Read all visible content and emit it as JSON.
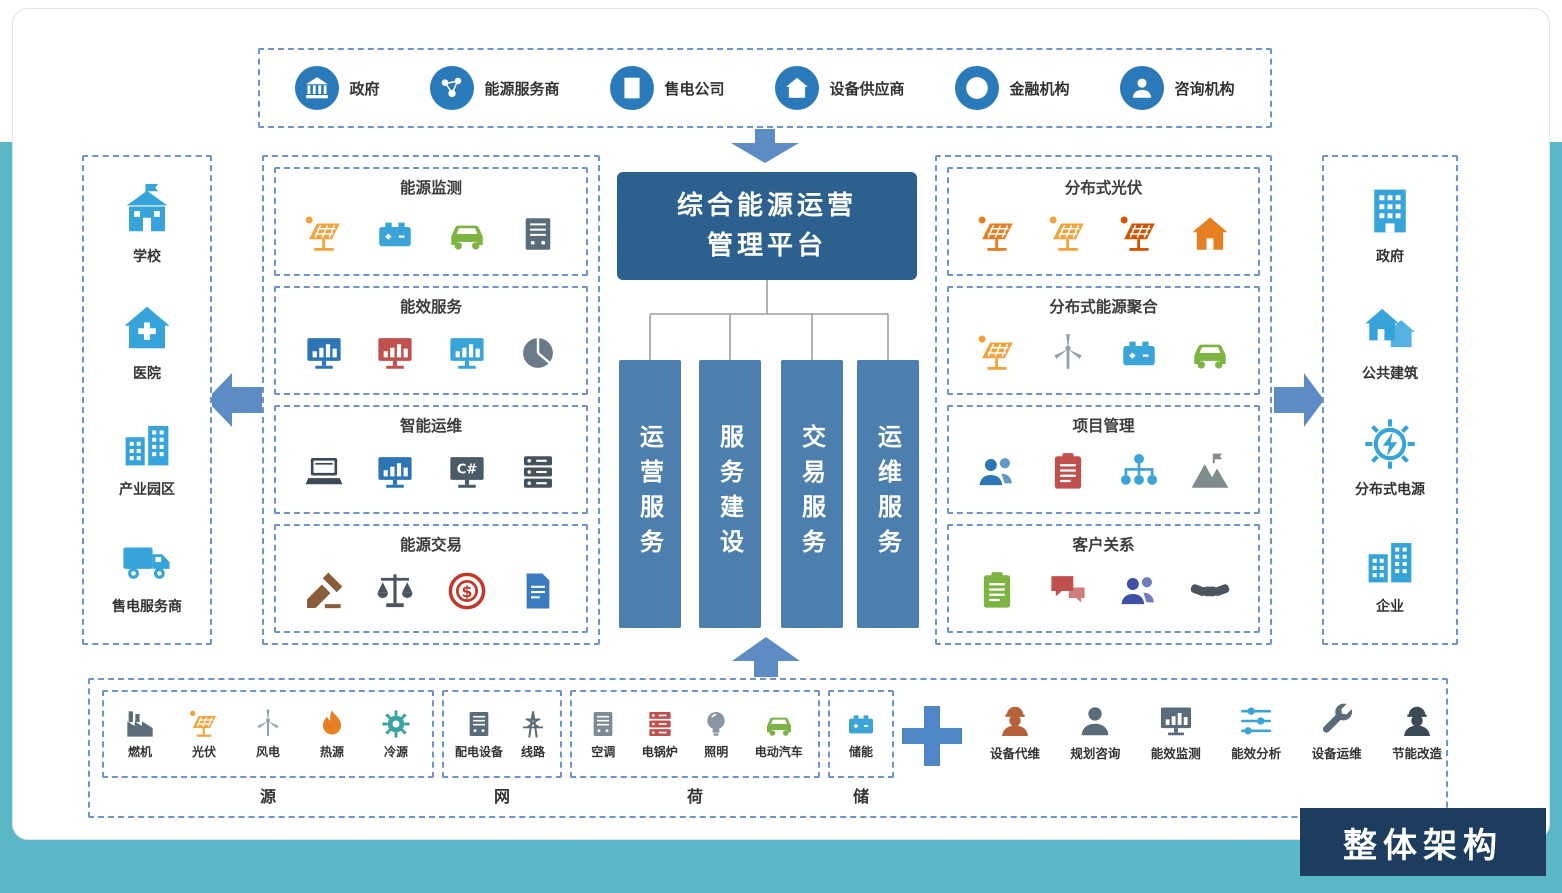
{
  "colors": {
    "teal_band": "#59b7c7",
    "dashed_border": "#6e93cf",
    "partner_icon_blue": "#2a79b9",
    "platform_dark_blue": "#2c618f",
    "pillar_blue": "#4d7fae",
    "arrow_blue": "#5d8cc4",
    "customer_icon_blue": "#36a3da",
    "plus_blue": "#4f86c6",
    "corner_box_navy": "#1c3d5e"
  },
  "top_partners": {
    "items": [
      {
        "label": "政府",
        "icon": "government-bank-icon"
      },
      {
        "label": "能源服务商",
        "icon": "energy-network-icon"
      },
      {
        "label": "售电公司",
        "icon": "office-building-icon"
      },
      {
        "label": "设备供应商",
        "icon": "house-icon"
      },
      {
        "label": "金融机构",
        "icon": "dollar-icon"
      },
      {
        "label": "咨询机构",
        "icon": "consultant-person-icon"
      }
    ]
  },
  "left_customers": {
    "items": [
      {
        "label": "学校",
        "icon": "school-icon"
      },
      {
        "label": "医院",
        "icon": "hospital-icon"
      },
      {
        "label": "产业园区",
        "icon": "industrial-park-icon"
      },
      {
        "label": "售电服务商",
        "icon": "truck-icon"
      }
    ]
  },
  "left_panels": [
    {
      "title": "能源监测",
      "icons": [
        "solar-panel-icon",
        "battery-icon",
        "electric-car-icon",
        "power-cabinet-icon"
      ]
    },
    {
      "title": "能效服务",
      "icons": [
        "dashboard-chart-icon",
        "map-chart-icon",
        "analysis-chart-icon",
        "stats-pie-icon"
      ]
    },
    {
      "title": "智能运维",
      "icons": [
        "laptop-icon",
        "monitor-icon",
        "code-screen-icon",
        "server-rack-icon"
      ]
    },
    {
      "title": "能源交易",
      "icons": [
        "gavel-icon",
        "scales-icon",
        "dollar-target-icon",
        "contract-icon"
      ]
    }
  ],
  "platform": {
    "title_line1": "综合能源运营",
    "title_line2": "管理平台",
    "pillars": [
      "运营服务",
      "服务建设",
      "交易服务",
      "运维服务"
    ]
  },
  "right_panels": [
    {
      "title": "分布式光伏",
      "icons": [
        "solar-street-icon",
        "solar-panel-icon",
        "solar-tracker-icon",
        "solar-house-icon"
      ]
    },
    {
      "title": "分布式能源聚合",
      "icons": [
        "solar-panel-icon",
        "wind-turbine-icon",
        "battery-icon",
        "electric-car-icon"
      ]
    },
    {
      "title": "项目管理",
      "icons": [
        "team-discussion-icon",
        "schedule-clipboard-icon",
        "org-chart-icon",
        "mountain-goal-icon"
      ]
    },
    {
      "title": "客户关系",
      "icons": [
        "checklist-icon",
        "chat-icon",
        "customer-group-icon",
        "handshake-icon"
      ]
    }
  ],
  "right_customers": {
    "items": [
      {
        "label": "政府",
        "icon": "government-building-icon"
      },
      {
        "label": "公共建筑",
        "icon": "public-buildings-icon"
      },
      {
        "label": "分布式电源",
        "icon": "distributed-power-icon"
      },
      {
        "label": "企业",
        "icon": "enterprise-buildings-icon"
      }
    ]
  },
  "bottom": {
    "groups": [
      {
        "label": "源",
        "items": [
          {
            "label": "燃机",
            "icon": "gas-turbine-icon"
          },
          {
            "label": "光伏",
            "icon": "solar-panel-icon"
          },
          {
            "label": "风电",
            "icon": "wind-turbine-icon"
          },
          {
            "label": "热源",
            "icon": "heat-source-icon"
          },
          {
            "label": "冷源",
            "icon": "cooling-source-icon"
          }
        ]
      },
      {
        "label": "网",
        "items": [
          {
            "label": "配电设备",
            "icon": "distribution-equipment-icon"
          },
          {
            "label": "线路",
            "icon": "power-line-tower-icon"
          }
        ]
      },
      {
        "label": "荷",
        "items": [
          {
            "label": "空调",
            "icon": "air-conditioner-icon"
          },
          {
            "label": "电锅炉",
            "icon": "electric-boiler-icon"
          },
          {
            "label": "照明",
            "icon": "lighting-icon"
          },
          {
            "label": "电动汽车",
            "icon": "electric-vehicle-icon"
          }
        ]
      },
      {
        "label": "储",
        "items": [
          {
            "label": "储能",
            "icon": "energy-storage-battery-icon"
          }
        ]
      }
    ],
    "plus_sign": "+",
    "services": [
      {
        "label": "设备代维",
        "icon": "equipment-agent-maintenance-icon"
      },
      {
        "label": "规划咨询",
        "icon": "planning-consulting-icon"
      },
      {
        "label": "能效监测",
        "icon": "efficiency-monitoring-icon"
      },
      {
        "label": "能效分析",
        "icon": "efficiency-analysis-icon"
      },
      {
        "label": "设备运维",
        "icon": "equipment-om-icon"
      },
      {
        "label": "节能改造",
        "icon": "energy-saving-retrofit-icon"
      }
    ]
  },
  "corner_label": "整体架构"
}
